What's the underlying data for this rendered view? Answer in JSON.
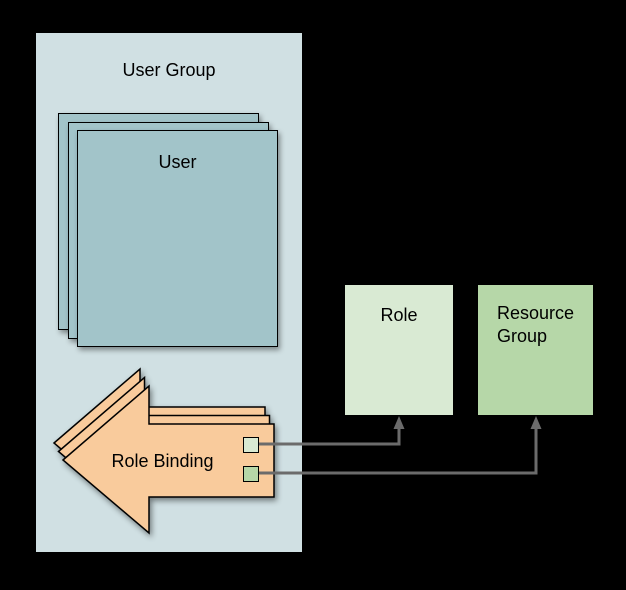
{
  "diagram": {
    "background": "#000000",
    "user_group": {
      "label": "User Group",
      "fill": "#d0e0e3"
    },
    "user_stack": {
      "label": "User",
      "fill": "#a2c4c9",
      "layers": 3
    },
    "role_binding": {
      "label": "Role Binding",
      "fill": "#f9cb9c",
      "layers": 3,
      "ports": [
        {
          "name": "role-port",
          "fill": "#d9ead3"
        },
        {
          "name": "resource-group-port",
          "fill": "#b6d7a8"
        }
      ]
    },
    "role": {
      "label": "Role",
      "fill": "#d9ead3"
    },
    "resource_group": {
      "label": "Resource Group",
      "fill": "#b6d7a8"
    },
    "connector_color": "#6b6b6b",
    "connectors": [
      {
        "from": "role-binding.role-port",
        "to": "role"
      },
      {
        "from": "role-binding.resource-group-port",
        "to": "resource_group"
      }
    ]
  }
}
